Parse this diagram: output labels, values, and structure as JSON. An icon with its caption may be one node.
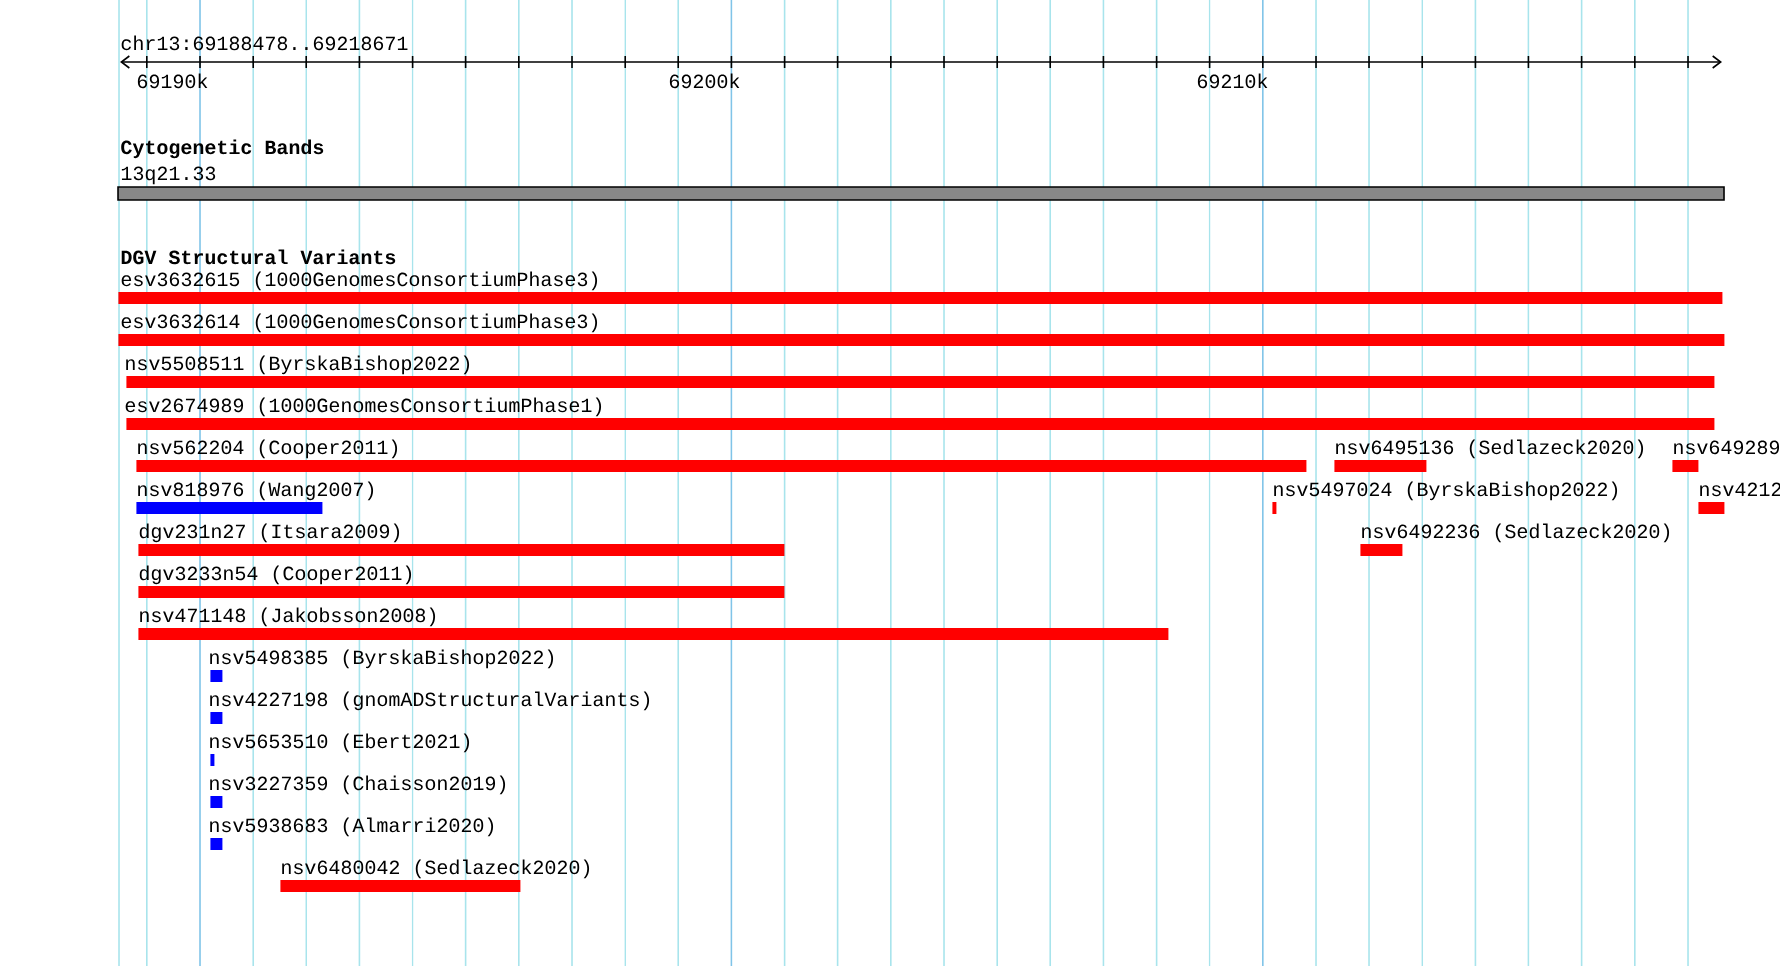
{
  "diagram": {
    "nodes": [
      {
        "text": [],
        "shape": "bar",
        "beside": [
          "esv3632615 (1000GenomesConsortiumPhase3)"
        ]
      },
      {
        "text": [],
        "shape": "bar",
        "beside": [
          "esv3632614 (1000GenomesConsortiumPhase3)"
        ]
      },
      {
        "text": [],
        "shape": "bar",
        "beside": [
          "nsv5508511 (ByrskaBishop2022)"
        ]
      },
      {
        "text": [],
        "shape": "bar",
        "beside": [
          "esv2674989 (1000GenomesConsortiumPhase1)"
        ]
      },
      {
        "text": [],
        "shape": "bar",
        "beside": [
          "nsv562204 (Cooper2011)"
        ]
      },
      {
        "text": [],
        "shape": "bar",
        "beside": [
          "nsv6495136 (Sedlazeck2020)"
        ]
      },
      {
        "text": [],
        "shape": "bar",
        "beside": [
          "nsv649289"
        ]
      },
      {
        "text": [],
        "shape": "bar",
        "beside": [
          "nsv818976 (Wang2007)"
        ]
      },
      {
        "text": [],
        "shape": "bar",
        "beside": [
          "nsv5497024 (ByrskaBishop2022)"
        ]
      },
      {
        "text": [],
        "shape": "bar",
        "beside": [
          "nsv4212"
        ]
      },
      {
        "text": [],
        "shape": "bar",
        "beside": [
          "dgv231n27 (Itsara2009)"
        ]
      },
      {
        "text": [],
        "shape": "bar",
        "beside": [
          "nsv6492236 (Sedlazeck2020)"
        ]
      },
      {
        "text": [],
        "shape": "bar",
        "beside": [
          "dgv3233n54 (Cooper2011)"
        ]
      },
      {
        "text": [],
        "shape": "bar",
        "beside": [
          "nsv471148 (Jakobsson2008)"
        ]
      },
      {
        "text": [],
        "shape": "bar",
        "beside": [
          "nsv5498385 (ByrskaBishop2022)"
        ]
      },
      {
        "text": [],
        "shape": "bar",
        "beside": [
          "nsv4227198 (gnomADStructuralVariants)"
        ]
      },
      {
        "text": [],
        "shape": "bar",
        "beside": [
          "nsv5653510 (Ebert2021)"
        ]
      },
      {
        "text": [],
        "shape": "bar",
        "beside": [
          "nsv3227359 (Chaisson2019)"
        ]
      },
      {
        "text": [],
        "shape": "bar",
        "beside": [
          "nsv5938683 (Almarri2020)"
        ]
      },
      {
        "text": [],
        "shape": "bar",
        "beside": [
          "nsv6480042 (Sedlazeck2020)"
        ]
      }
    ],
    "edges": [],
    "labels": [
      "chr13:69188478..69218671",
      "69190k",
      "69200k",
      "69210k",
      "Cytogenetic Bands",
      "13q21.33",
      "DGV Structural Variants"
    ]
  }
}
